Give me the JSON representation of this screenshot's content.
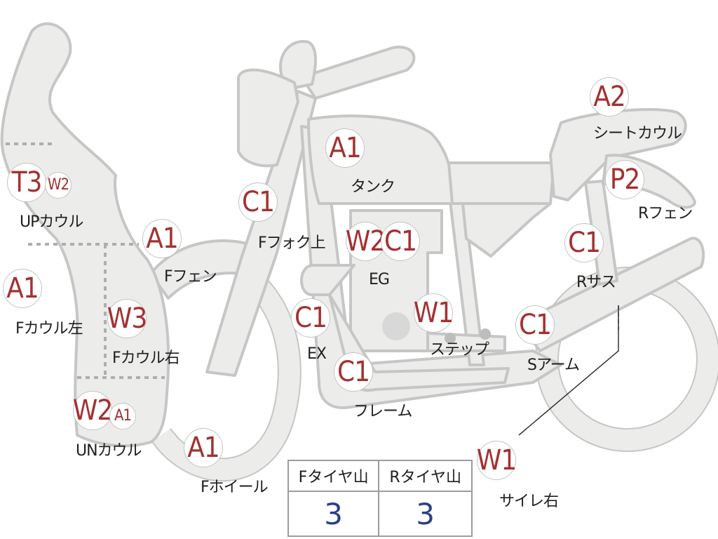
{
  "markers": [
    {
      "id": "t3-upcowl",
      "code": "T3"
    },
    {
      "id": "w2-upcowl",
      "code": "W2"
    },
    {
      "id": "a1-fcowl-left",
      "code": "A1"
    },
    {
      "id": "w3-fcowl-right",
      "code": "W3"
    },
    {
      "id": "w2-uncowl",
      "code": "W2"
    },
    {
      "id": "a1-uncowl",
      "code": "A1"
    },
    {
      "id": "a1-ffender",
      "code": "A1"
    },
    {
      "id": "a1-fwheel",
      "code": "A1"
    },
    {
      "id": "c1-ffork",
      "code": "C1"
    },
    {
      "id": "a1-tank",
      "code": "A1"
    },
    {
      "id": "w2-engine",
      "code": "W2"
    },
    {
      "id": "c1-engine",
      "code": "C1"
    },
    {
      "id": "c1-exhaust",
      "code": "C1"
    },
    {
      "id": "w1-step",
      "code": "W1"
    },
    {
      "id": "c1-frame",
      "code": "C1"
    },
    {
      "id": "c1-swingarm",
      "code": "C1"
    },
    {
      "id": "c1-rshock",
      "code": "C1"
    },
    {
      "id": "a2-seatcowl",
      "code": "A2"
    },
    {
      "id": "p2-rfender",
      "code": "P2"
    },
    {
      "id": "w1-silencer",
      "code": "W1"
    }
  ],
  "labels": [
    {
      "id": "upcowl",
      "text": "UPカウル"
    },
    {
      "id": "fcowl-left",
      "text": "Fカウル左"
    },
    {
      "id": "fcowl-right",
      "text": "Fカウル右"
    },
    {
      "id": "uncowl",
      "text": "UNカウル"
    },
    {
      "id": "ffender",
      "text": "Fフェン"
    },
    {
      "id": "fwheel",
      "text": "Fホイール"
    },
    {
      "id": "ffork",
      "text": "Fフォク上"
    },
    {
      "id": "tank",
      "text": "タンク"
    },
    {
      "id": "engine",
      "text": "EG"
    },
    {
      "id": "exhaust",
      "text": "EX"
    },
    {
      "id": "step",
      "text": "ステップ"
    },
    {
      "id": "frame",
      "text": "フレーム"
    },
    {
      "id": "swingarm",
      "text": "Sアーム"
    },
    {
      "id": "rshock",
      "text": "Rサス"
    },
    {
      "id": "seatcowl",
      "text": "シートカウル"
    },
    {
      "id": "rfender",
      "text": "Rフェン"
    },
    {
      "id": "silencer",
      "text": "サイレ右"
    }
  ],
  "tire_table": {
    "headers": [
      "Fタイヤ山",
      "Rタイヤ山"
    ],
    "values": [
      "3",
      "3"
    ]
  }
}
